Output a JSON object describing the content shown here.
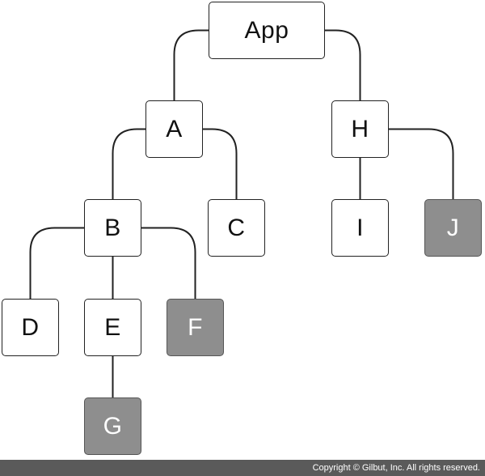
{
  "tree": {
    "root": {
      "id": "app",
      "label": "App",
      "highlighted": false
    },
    "nodes": [
      {
        "id": "a",
        "label": "A",
        "parent": "app",
        "highlighted": false
      },
      {
        "id": "h",
        "label": "H",
        "parent": "app",
        "highlighted": false
      },
      {
        "id": "b",
        "label": "B",
        "parent": "a",
        "highlighted": false
      },
      {
        "id": "c",
        "label": "C",
        "parent": "a",
        "highlighted": false
      },
      {
        "id": "i",
        "label": "I",
        "parent": "h",
        "highlighted": false
      },
      {
        "id": "j",
        "label": "J",
        "parent": "h",
        "highlighted": true
      },
      {
        "id": "d",
        "label": "D",
        "parent": "b",
        "highlighted": false
      },
      {
        "id": "e",
        "label": "E",
        "parent": "b",
        "highlighted": false
      },
      {
        "id": "f",
        "label": "F",
        "parent": "b",
        "highlighted": true
      },
      {
        "id": "g",
        "label": "G",
        "parent": "e",
        "highlighted": true
      }
    ]
  },
  "colors": {
    "node_fill": "#ffffff",
    "highlight_fill": "#8e8e8e",
    "edge": "#222222",
    "footer_bg": "#5a5a5a"
  },
  "footer": {
    "copyright": "Copyright © Gilbut, Inc. All rights reserved."
  }
}
